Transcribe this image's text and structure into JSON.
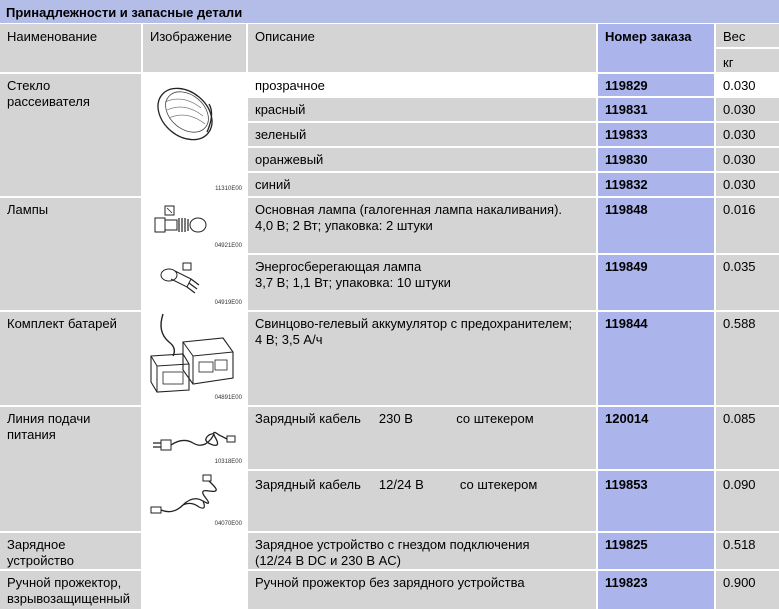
{
  "title": "Принадлежности и запасные детали",
  "headers": {
    "name": "Наименование",
    "image": "Изображение",
    "description": "Описание",
    "order_no": "Номер заказа",
    "weight": "Вес",
    "weight_unit": "кг"
  },
  "rows": {
    "lens": {
      "name_line1": "Стекло",
      "name_line2": "рассеивателя",
      "image_code": "11310E00",
      "items": [
        {
          "description": "прозрачное",
          "order_no": "119829",
          "weight": "0.030"
        },
        {
          "description": "красный",
          "order_no": "119831",
          "weight": "0.030"
        },
        {
          "description": "зеленый",
          "order_no": "119833",
          "weight": "0.030"
        },
        {
          "description": "оранжевый",
          "order_no": "119830",
          "weight": "0.030"
        },
        {
          "description": "синий",
          "order_no": "119832",
          "weight": "0.030"
        }
      ]
    },
    "lamps": {
      "name": "Лампы",
      "items": [
        {
          "image_code": "04921E00",
          "desc_line1": "Основная лампа (галогенная лампа накаливания).",
          "desc_line2": "4,0 В; 2 Вт; упаковка: 2 штуки",
          "order_no": "119848",
          "weight": "0.016"
        },
        {
          "image_code": "04919E00",
          "desc_line1": "Энергосберегающая лампа",
          "desc_line2": "3,7 В; 1,1 Вт; упаковка: 10 штуки",
          "order_no": "119849",
          "weight": "0.035"
        }
      ]
    },
    "battery": {
      "name": "Комплект батарей",
      "image_code": "04891E00",
      "desc_line1": "Свинцово-гелевый аккумулятор с предохранителем;",
      "desc_line2": "4 В; 3,5 А/ч",
      "order_no": "119844",
      "weight": "0.588"
    },
    "power": {
      "name_line1": "Линия подачи",
      "name_line2": "питания",
      "items": [
        {
          "image_code": "10318E00",
          "desc_a": "Зарядный кабель",
          "desc_b": "230 В",
          "desc_c": "со штекером",
          "order_no": "120014",
          "weight": "0.085"
        },
        {
          "image_code": "04070E00",
          "desc_a": "Зарядный кабель",
          "desc_b": "12/24 В",
          "desc_c": "со штекером",
          "order_no": "119853",
          "weight": "0.090"
        }
      ]
    },
    "charger": {
      "name_line1": "Зарядное",
      "name_line2": "устройство",
      "desc_line1": "Зарядное устройство с гнездом подключения",
      "desc_line2": "(12/24 В DC и 230 В AC)",
      "order_no": "119825",
      "weight": "0.518"
    },
    "projector": {
      "name_line1": "Ручной прожектор,",
      "name_line2": "взрывозащищенный",
      "description": "Ручной прожектор без зарядного устройства",
      "order_no": "119823",
      "weight": "0.900"
    }
  },
  "colors": {
    "title_bg": "#b3bde8",
    "order_bg": "#abb5ec",
    "cell_bg": "#d4d4d4",
    "grid": "#ffffff"
  }
}
